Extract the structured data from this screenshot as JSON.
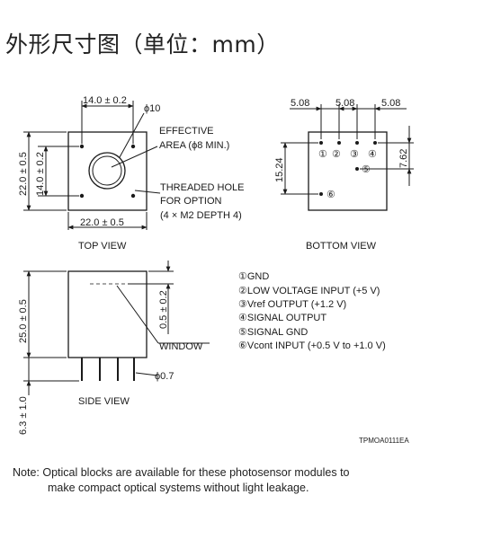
{
  "title": "外形尺寸图（单位：mm）",
  "top_view": {
    "view_label": "TOP VIEW",
    "dim_width_top": "14.0 ± 0.2",
    "dim_width_bottom": "22.0 ± 0.5",
    "dim_height_outer": "22.0 ± 0.5",
    "dim_height_inner": "14.0 ± 0.2",
    "phi_label": "ϕ10",
    "effective_area_line1": "EFFECTIVE",
    "effective_area_line2": "AREA (ϕ8 MIN.)",
    "threaded_hole_line1": "THREADED HOLE",
    "threaded_hole_line2": "FOR OPTION",
    "threaded_hole_line3": "(4 × M2 DEPTH 4)"
  },
  "bottom_view": {
    "view_label": "BOTTOM VIEW",
    "pitch1": "5.08",
    "pitch2": "5.08",
    "pitch3": "5.08",
    "dim_vertical": "15.24",
    "dim_right": "7.62",
    "pin_numbers": [
      "①",
      "②",
      "③",
      "④",
      "⑤",
      "⑥"
    ]
  },
  "side_view": {
    "view_label": "SIDE VIEW",
    "dim_height": "25.0 ± 0.5",
    "dim_pin_length": "6.3 ± 1.0",
    "dim_window": "0.5 ± 0.2",
    "window_label": "WINDOW",
    "pin_diameter": "ϕ0.7"
  },
  "pin_list": [
    "①GND",
    "②LOW VOLTAGE INPUT (+5 V)",
    "③Vref OUTPUT (+1.2 V)",
    "④SIGNAL OUTPUT",
    "⑤SIGNAL GND",
    "⑥Vcont INPUT (+0.5 V to +1.0 V)"
  ],
  "drawing_code": "TPMOA0111EA",
  "note": {
    "line1": "Note: Optical blocks are available for these photosensor modules to",
    "line2": "make compact optical systems without light leakage."
  }
}
